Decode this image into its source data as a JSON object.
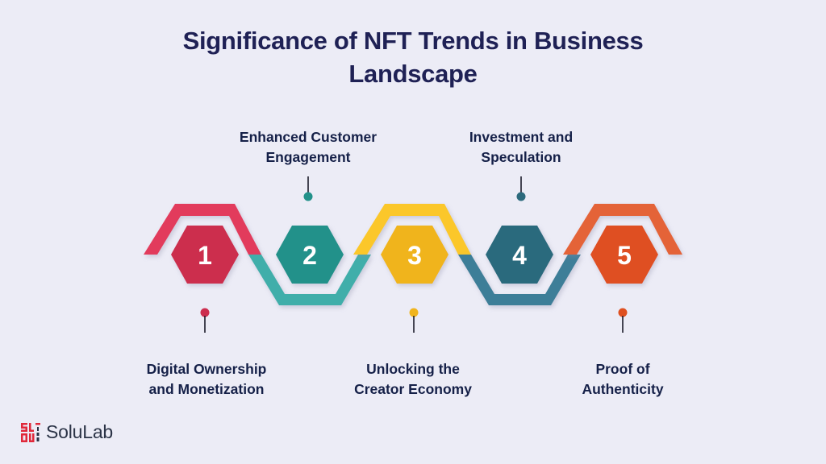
{
  "title": {
    "line1": "Significance of NFT Trends in Business",
    "line2": "Landscape"
  },
  "steps": [
    {
      "number": "1",
      "label_line1": "Digital Ownership",
      "label_line2": "and Monetization",
      "position": "bottom",
      "color": "#cc2d4e",
      "band_color": "#e23a5b"
    },
    {
      "number": "2",
      "label_line1": "Enhanced Customer",
      "label_line2": "Engagement",
      "position": "top",
      "color": "#22918a",
      "band_color": "#40aeaa"
    },
    {
      "number": "3",
      "label_line1": "Unlocking the",
      "label_line2": "Creator Economy",
      "position": "bottom",
      "color": "#f0b41c",
      "band_color": "#fbc72c"
    },
    {
      "number": "4",
      "label_line1": "Investment and",
      "label_line2": "Speculation",
      "position": "top",
      "color": "#2c6a7d",
      "band_color": "#3d7e98"
    },
    {
      "number": "5",
      "label_line1": "Proof of",
      "label_line2": "Authenticity",
      "position": "bottom",
      "color": "#df5020",
      "band_color": "#e46439"
    }
  ],
  "logo": {
    "text": "SoluLab",
    "icon": "solulab-logo-icon",
    "brand_color": "#e0283a"
  },
  "colors": {
    "background": "#ececf6",
    "text": "#1f2155"
  }
}
